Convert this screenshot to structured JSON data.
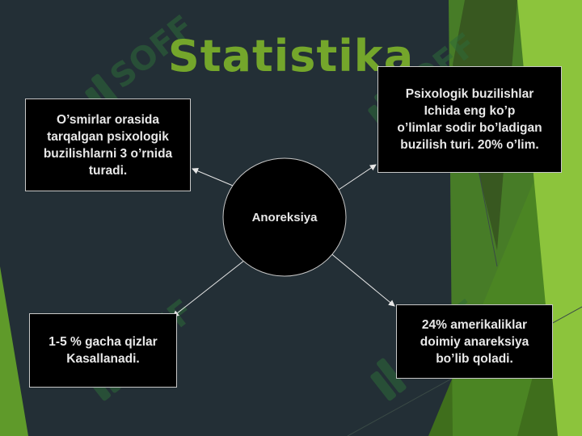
{
  "slide": {
    "title": "Statistika",
    "center": {
      "label": "Anoreksiya"
    },
    "boxes": {
      "top_left": "O’smirlar orasida\ntarqalgan psixologik\nbuzilishlarni 3 o’rnida\nturadi.",
      "top_right": "Psixologik buzilishlar\nIchida eng ko’p\no’limlar sodir bo’ladigan\nbuzilish turi. 20% o’lim.",
      "bottom_left": "1-5 % gacha qizlar\nKasallanadi.",
      "bottom_right": "24% amerikaliklar\ndoimiy anareksiya\nbo’lib qoladi."
    },
    "watermark": "SOFF",
    "colors": {
      "background": "#232f36",
      "accent_green": "#74a62b",
      "box_fill": "#000000",
      "box_border": "#c8c8c8"
    }
  }
}
